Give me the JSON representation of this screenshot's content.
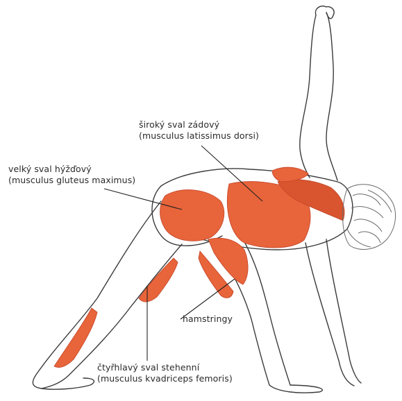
{
  "labels": {
    "latissimus": {
      "line1": "široký sval zádový",
      "line2": "(musculus latissimus dorsi)"
    },
    "gluteus": {
      "line1": "velký sval hýžďový",
      "line2": "(musculus gluteus maximus)"
    },
    "hamstrings": {
      "line1": "hamstringy"
    },
    "quadriceps": {
      "line1": "čtyřhlavý sval stehenní",
      "line2": "(musculus kvadriceps femoris)"
    }
  },
  "colors": {
    "muscle": "#e8643a",
    "muscle_dark": "#c2452a",
    "outline": "#3a3a3a",
    "leader": "#222222",
    "hair": "#6a6a6a"
  }
}
